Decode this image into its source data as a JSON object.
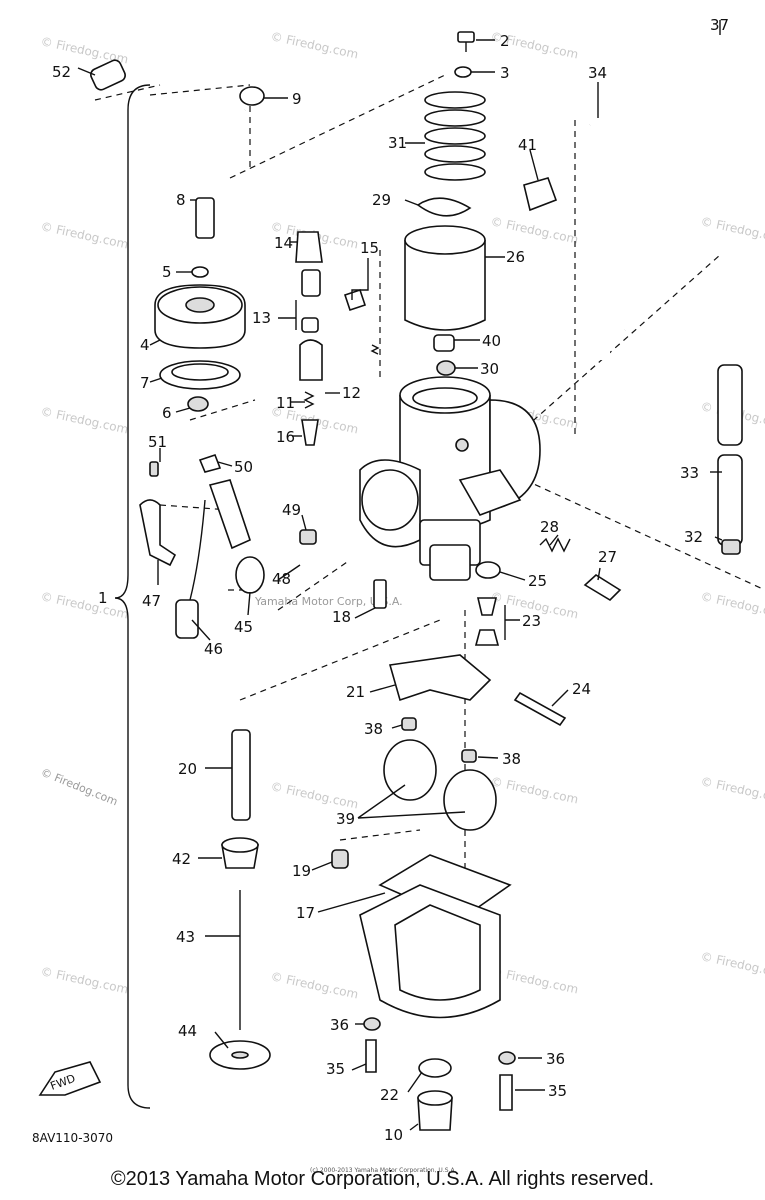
{
  "diagram": {
    "assembly_code": "8AV110-3070",
    "forward_label": "FWD",
    "watermarks": {
      "firedog": "© Firedog.com",
      "yamaha": "Yamaha Motor Corp, U.S.A.",
      "small_credit": "(c) 2000-2013 Yamaha Motor Corporation, U.S.A."
    },
    "copyright": "©2013 Yamaha Motor Corporation, U.S.A. All rights reserved.",
    "callouts": [
      "1",
      "2",
      "3",
      "4",
      "5",
      "6",
      "7",
      "8",
      "9",
      "10",
      "11",
      "12",
      "13",
      "14",
      "15",
      "16",
      "17",
      "18",
      "19",
      "20",
      "21",
      "22",
      "23",
      "24",
      "25",
      "26",
      "27",
      "28",
      "29",
      "30",
      "31",
      "32",
      "33",
      "34",
      "35",
      "35",
      "36",
      "36",
      "37",
      "38",
      "38",
      "39",
      "40",
      "41",
      "42",
      "43",
      "44",
      "45",
      "46",
      "47",
      "48",
      "49",
      "50",
      "51",
      "52"
    ]
  }
}
